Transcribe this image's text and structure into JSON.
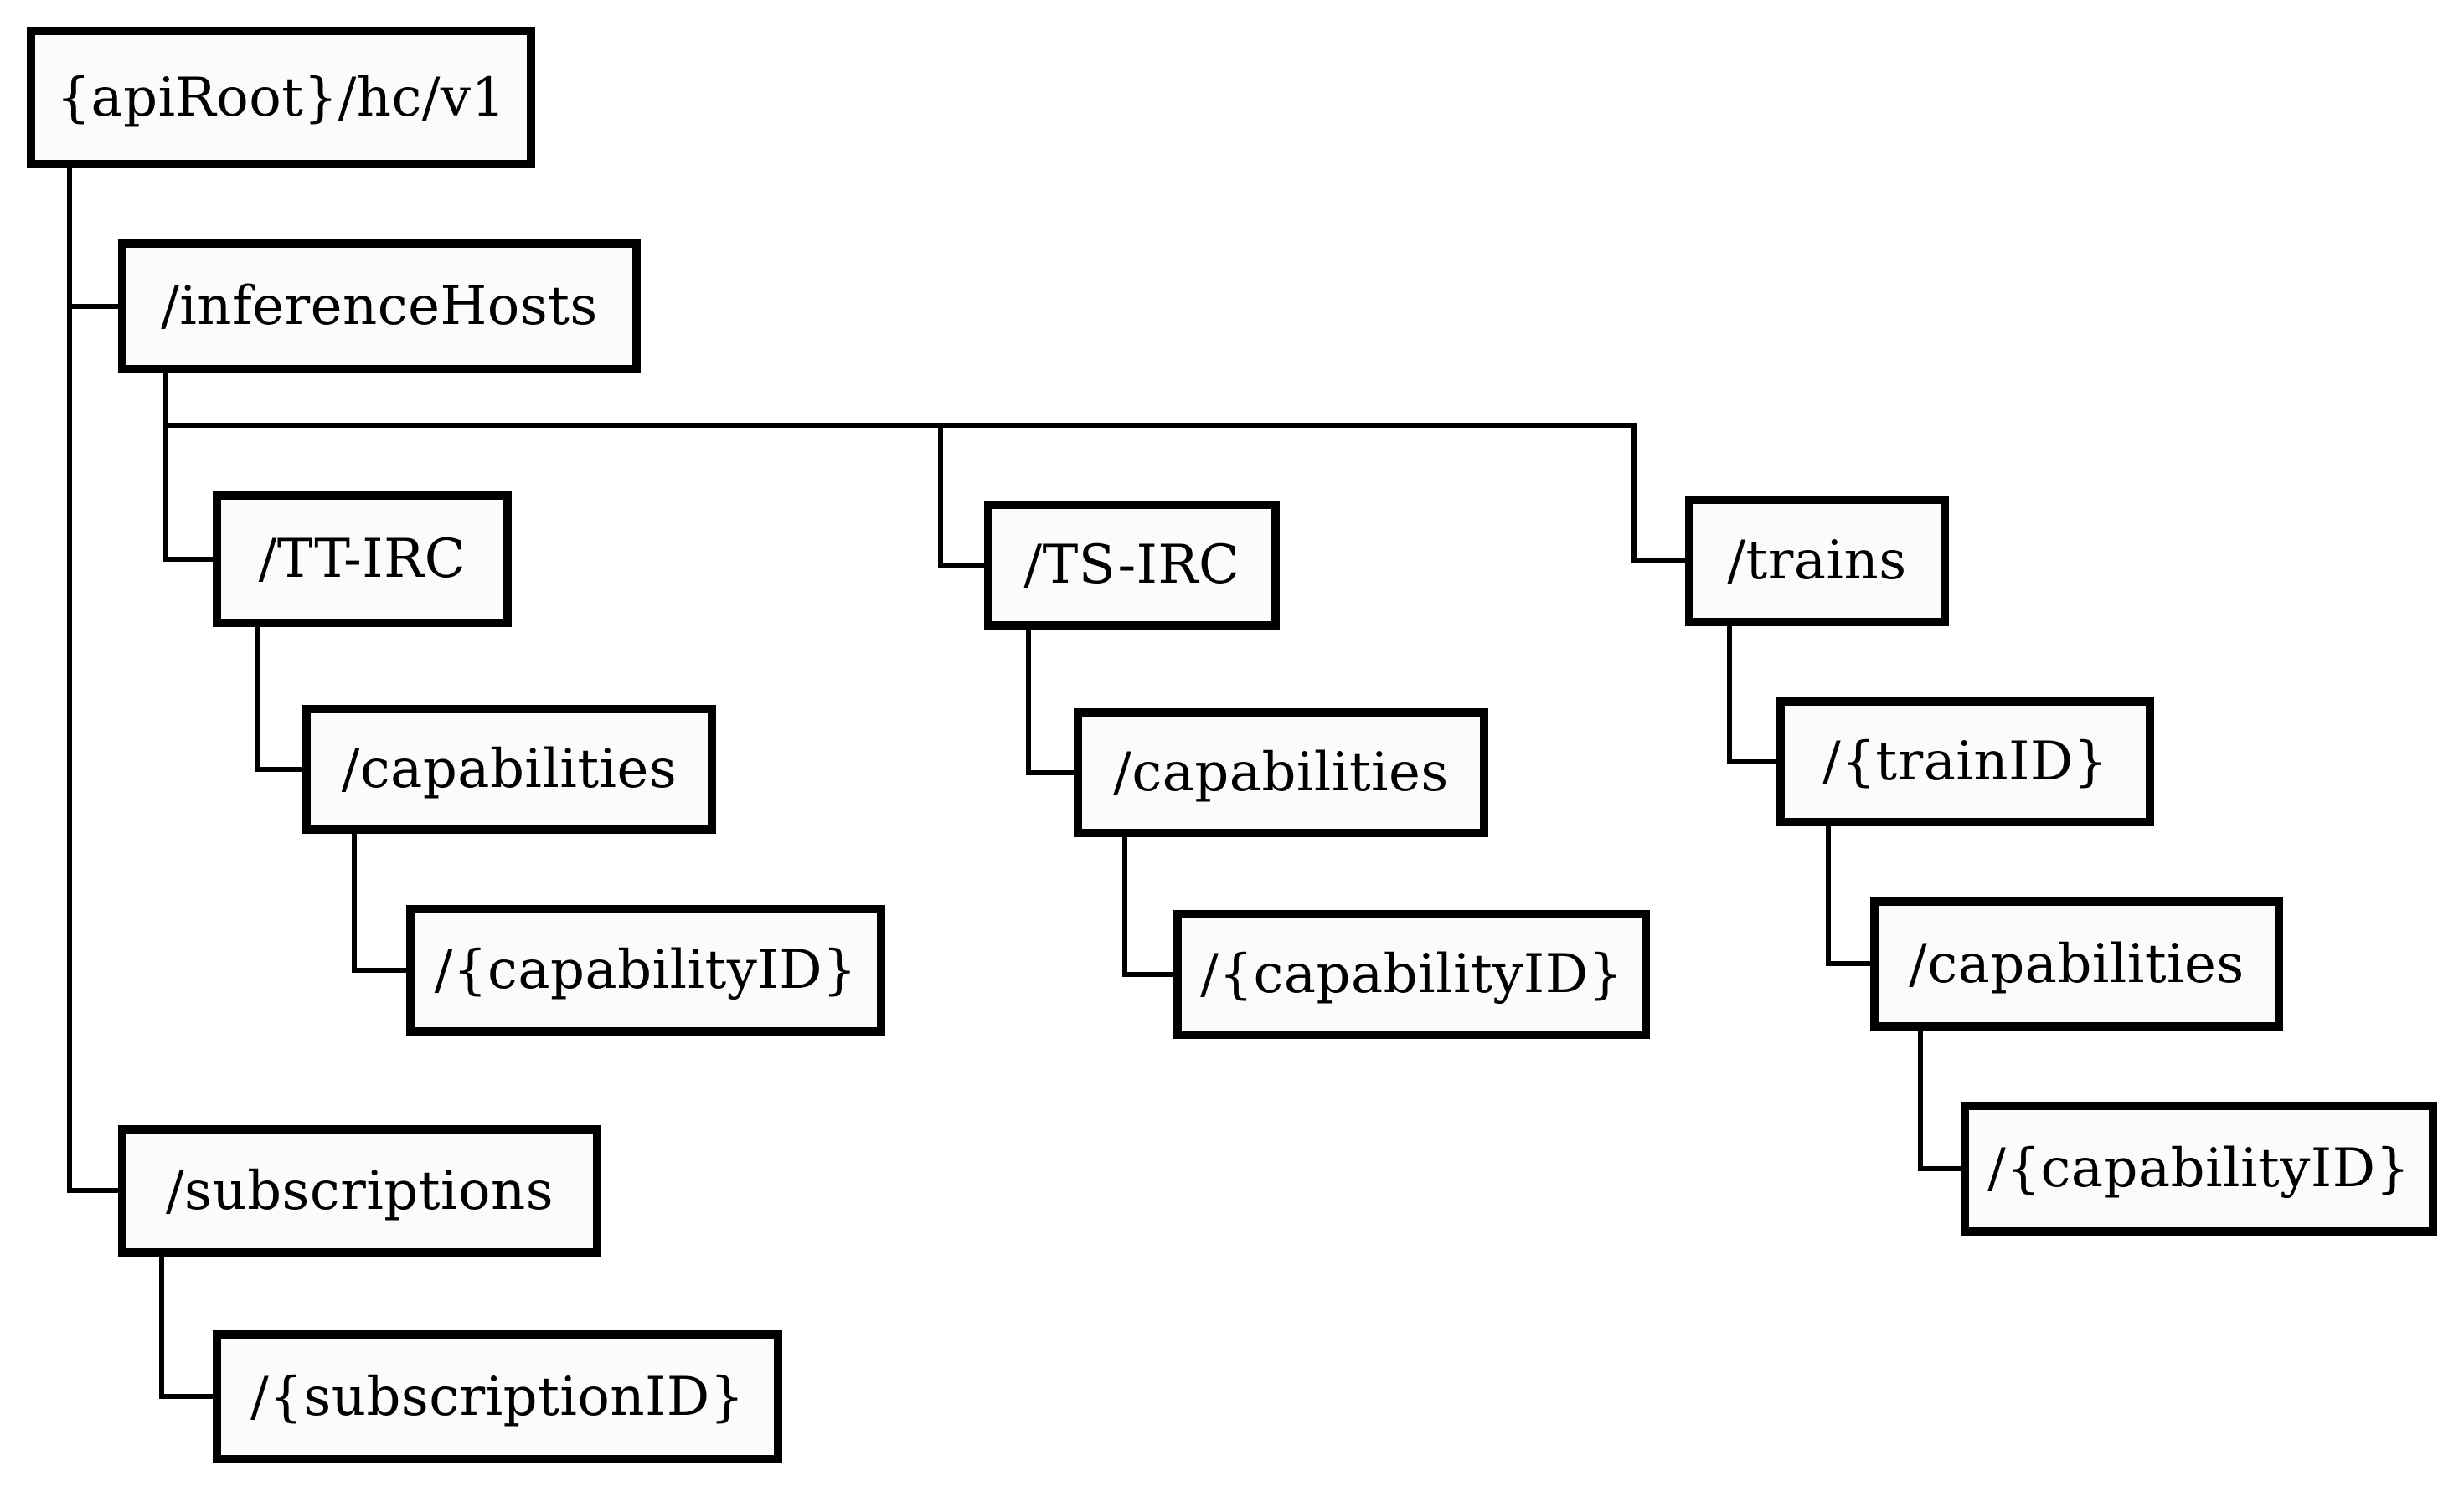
{
  "diagram": {
    "type": "tree",
    "nodes": {
      "root": {
        "label": "{apiRoot}/hc/v1"
      },
      "inferenceHosts": {
        "label": "/inferenceHosts"
      },
      "ttIrc": {
        "label": "/TT-IRC"
      },
      "ttCapabilities": {
        "label": "/capabilities"
      },
      "ttCapabilityId": {
        "label": "/{capabilityID}"
      },
      "tsIrc": {
        "label": "/TS-IRC"
      },
      "tsCapabilities": {
        "label": "/capabilities"
      },
      "tsCapabilityId": {
        "label": "/{capabilityID}"
      },
      "trains": {
        "label": "/trains"
      },
      "trainId": {
        "label": "/{trainID}"
      },
      "trainCapabilities": {
        "label": "/capabilities"
      },
      "trainCapabilityId": {
        "label": "/{capabilityID}"
      },
      "subscriptions": {
        "label": "/subscriptions"
      },
      "subscriptionId": {
        "label": "/{subscriptionID}"
      }
    },
    "edges": [
      {
        "from": "root",
        "to": "inferenceHosts"
      },
      {
        "from": "root",
        "to": "subscriptions"
      },
      {
        "from": "inferenceHosts",
        "to": "ttIrc"
      },
      {
        "from": "inferenceHosts",
        "to": "tsIrc"
      },
      {
        "from": "inferenceHosts",
        "to": "trains"
      },
      {
        "from": "ttIrc",
        "to": "ttCapabilities"
      },
      {
        "from": "ttCapabilities",
        "to": "ttCapabilityId"
      },
      {
        "from": "tsIrc",
        "to": "tsCapabilities"
      },
      {
        "from": "tsCapabilities",
        "to": "tsCapabilityId"
      },
      {
        "from": "trains",
        "to": "trainId"
      },
      {
        "from": "trainId",
        "to": "trainCapabilities"
      },
      {
        "from": "trainCapabilities",
        "to": "trainCapabilityId"
      },
      {
        "from": "subscriptions",
        "to": "subscriptionId"
      }
    ],
    "colors": {
      "background": "#ffffff",
      "box_fill": "#fbfbfb",
      "box_border": "#000000",
      "line": "#000000",
      "text": "#000000"
    }
  }
}
